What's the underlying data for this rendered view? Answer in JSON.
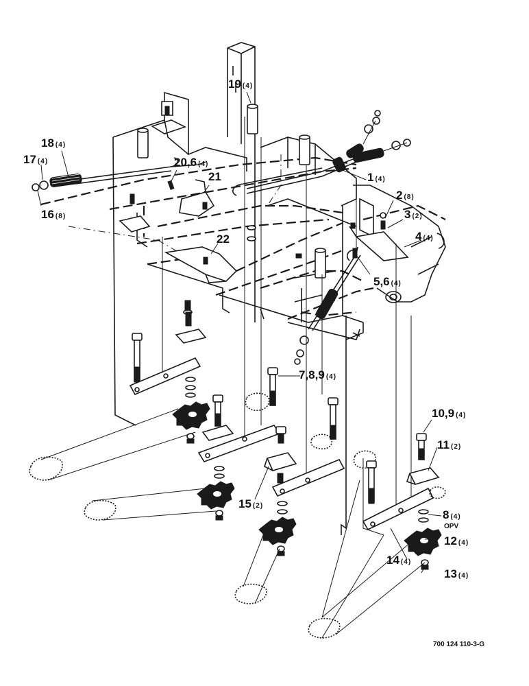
{
  "callouts": [
    {
      "id": "c19",
      "num": "19",
      "qty": "(4)"
    },
    {
      "id": "c18",
      "num": "18",
      "qty": "(4)"
    },
    {
      "id": "c17",
      "num": "17",
      "qty": "(4)"
    },
    {
      "id": "c20",
      "num": "20,6",
      "qty": "(4)"
    },
    {
      "id": "c21",
      "num": "21",
      "qty": ""
    },
    {
      "id": "c16",
      "num": "16",
      "qty": "(8)"
    },
    {
      "id": "c22",
      "num": "22",
      "qty": ""
    },
    {
      "id": "c1",
      "num": "1",
      "qty": "(4)"
    },
    {
      "id": "c2",
      "num": "2",
      "qty": "(8)"
    },
    {
      "id": "c3",
      "num": "3",
      "qty": "(2)"
    },
    {
      "id": "c4",
      "num": "4",
      "qty": "(4)"
    },
    {
      "id": "c5",
      "num": "5,6",
      "qty": "(4)"
    },
    {
      "id": "c7",
      "num": "7,8,9",
      "qty": "(4)"
    },
    {
      "id": "c10",
      "num": "10,9",
      "qty": "(4)"
    },
    {
      "id": "c11",
      "num": "11",
      "qty": "(2)"
    },
    {
      "id": "c15",
      "num": "15",
      "qty": "(2)"
    },
    {
      "id": "c8",
      "num": "8",
      "qty": "(4)"
    },
    {
      "id": "c12",
      "num": "12",
      "qty": "(4)"
    },
    {
      "id": "c14",
      "num": "14",
      "qty": "(4)"
    },
    {
      "id": "c13",
      "num": "13",
      "qty": "(4)"
    }
  ],
  "opv_note": "OPV",
  "drawing_number": "700 124 110-3-G"
}
